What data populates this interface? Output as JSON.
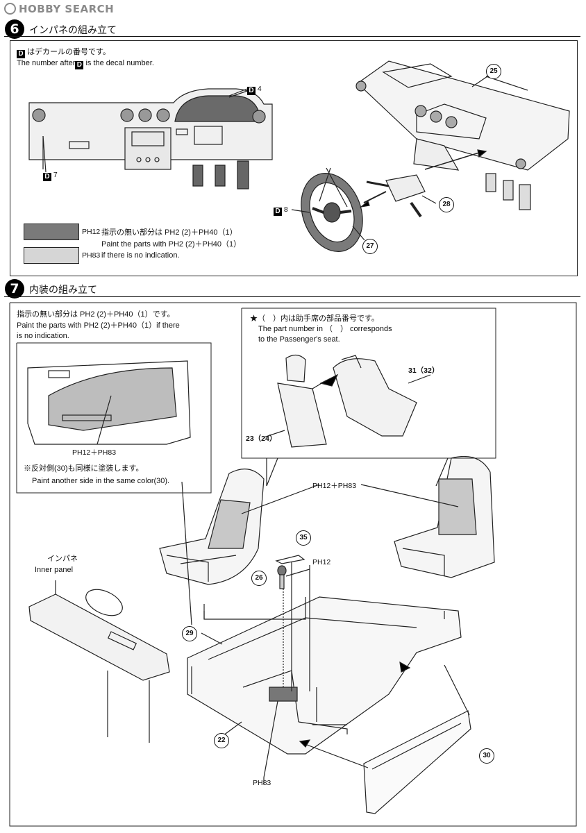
{
  "watermark": "HOBBY SEARCH",
  "step6": {
    "number": "6",
    "title": "インパネの組み立て",
    "note_ja": "はデカールの番号です。",
    "note_en_before": "The number after",
    "note_en_after": "is the decal number.",
    "decal_letter": "D",
    "decal_4": "4",
    "decal_7": "7",
    "decal_8": "8",
    "part_25": "25",
    "part_27": "27",
    "part_28": "28",
    "swatch_dark_label": "PH12",
    "swatch_light_label": "PH83",
    "paint_ja": "指示の無い部分は PH2 (2)＋PH40（1）",
    "paint_en1": "Paint the parts with PH2 (2)＋PH40（1）",
    "paint_en2": "if there is no indication.",
    "colors": {
      "dark_swatch": "#7a7a7a",
      "light_swatch": "#d6d6d6"
    }
  },
  "step7": {
    "number": "7",
    "title": "内装の組み立て",
    "paint_ja": "指示の無い部分は PH2 (2)＋PH40（1）です。",
    "paint_en1": "Paint the parts with PH2 (2)＋PH40（1）if there",
    "paint_en2": "is no indication.",
    "door_label": "PH12＋PH83",
    "mirror_ja": "※反対側(30)も同様に塗装します。",
    "mirror_en": "Paint another side in the same color(30).",
    "seat_note_ja": "★（　）内は助手席の部品番号です。",
    "seat_note_en1": "The part number in （　） corresponds",
    "seat_note_en2": "to the Passenger's seat.",
    "part_31_32": "31（32）",
    "part_23_24": "23（24）",
    "seat_paint": "PH12＋PH83",
    "part_35": "35",
    "part_26": "26",
    "shifter_paint": "PH12",
    "inner_panel_ja": "インパネ",
    "inner_panel_en": "Inner panel",
    "part_29": "29",
    "part_22": "22",
    "part_30": "30",
    "floor_paint": "PH83"
  }
}
